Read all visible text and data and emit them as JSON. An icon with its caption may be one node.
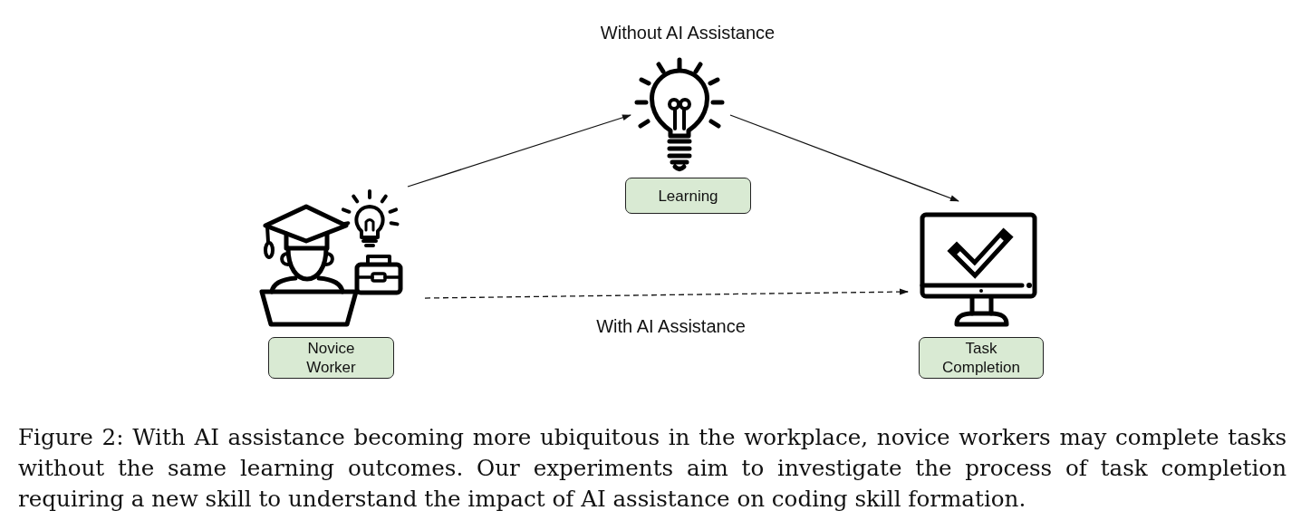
{
  "diagram": {
    "caption": "Figure 2: With AI assistance becoming more ubiquitous in the workplace, novice workers may complete tasks without the same learning outcomes. Our experiments aim to investigate the process of task completion requiring a new skill to understand the impact of AI assistance on coding skill formation.",
    "nodes": [
      {
        "text": [],
        "shape": "picture"
      },
      {
        "text": [
          "Novice Worker"
        ]
      },
      {
        "text": [],
        "shape": "picture"
      },
      {
        "text": [
          "Learning"
        ]
      },
      {
        "text": [],
        "shape": "picture"
      },
      {
        "text": [
          "Task Completion"
        ]
      }
    ],
    "edges": [
      {
        "from": 0,
        "to": 2,
        "arrow": "to"
      },
      {
        "from": 2,
        "to": 4,
        "arrow": "to"
      },
      {
        "from": 0,
        "to": 4,
        "arrow": "to",
        "style": "dashed",
        "label": "With AI Assistance"
      }
    ],
    "labels": [
      "Without AI Assistance"
    ]
  }
}
